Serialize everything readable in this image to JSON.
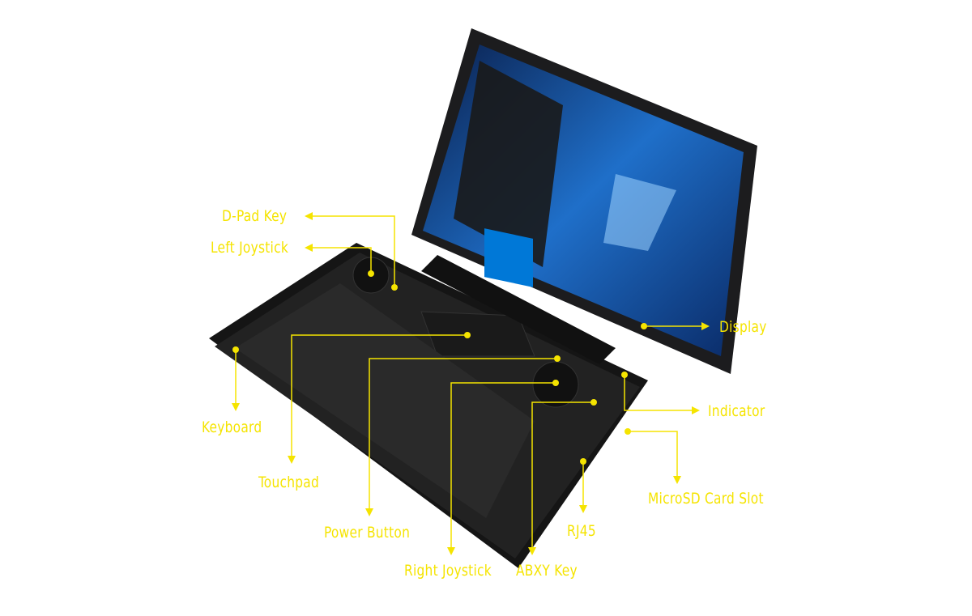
{
  "accent_color": "#f5e400",
  "callouts": {
    "dpad": "D-Pad Key",
    "left_joystick": "Left Joystick",
    "display": "Display",
    "indicator": "Indicator",
    "keyboard": "Keyboard",
    "touchpad": "Touchpad",
    "power_button": "Power Button",
    "right_joystick": "Right Joystick",
    "abxy": "ABXY Key",
    "rj45": "RJ45",
    "microsd": "MicroSD Card Slot"
  }
}
